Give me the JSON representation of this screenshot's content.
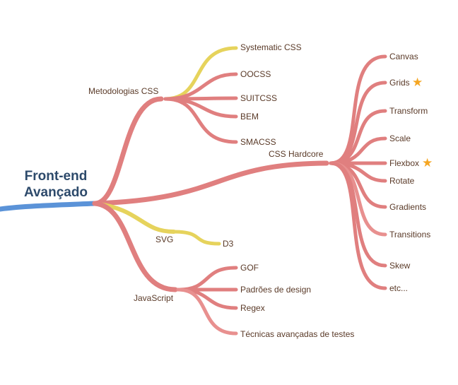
{
  "colors": {
    "root_branch": "#5b93d8",
    "red_branch": "#e07f7f",
    "yellow_branch": "#e6d35c",
    "label_text": "#5a3a28",
    "root_text": "#2d4a6b",
    "star": "#f5a623"
  },
  "root": {
    "title_line1": "Front-end",
    "title_line2": "Avançado"
  },
  "branches": {
    "metodologias": {
      "label": "Metodologias CSS",
      "children": [
        "Systematic CSS",
        "OOCSS",
        "SUITCSS",
        "BEM",
        "SMACSS"
      ]
    },
    "css_hardcore": {
      "label": "CSS Hardcore",
      "children": [
        "Canvas",
        "Grids",
        "Transform",
        "Scale",
        "Flexbox",
        "Rotate",
        "Gradients",
        "Transitions",
        "Skew",
        "etc..."
      ]
    },
    "svg": {
      "label": "SVG",
      "children": [
        "D3"
      ]
    },
    "javascript": {
      "label": "JavaScript",
      "children": [
        "GOF",
        "Padrões de design",
        "Regex",
        "Técnicas avançadas de testes"
      ]
    }
  },
  "icons": {
    "grids": "star-icon",
    "flexbox": "star-icon"
  }
}
